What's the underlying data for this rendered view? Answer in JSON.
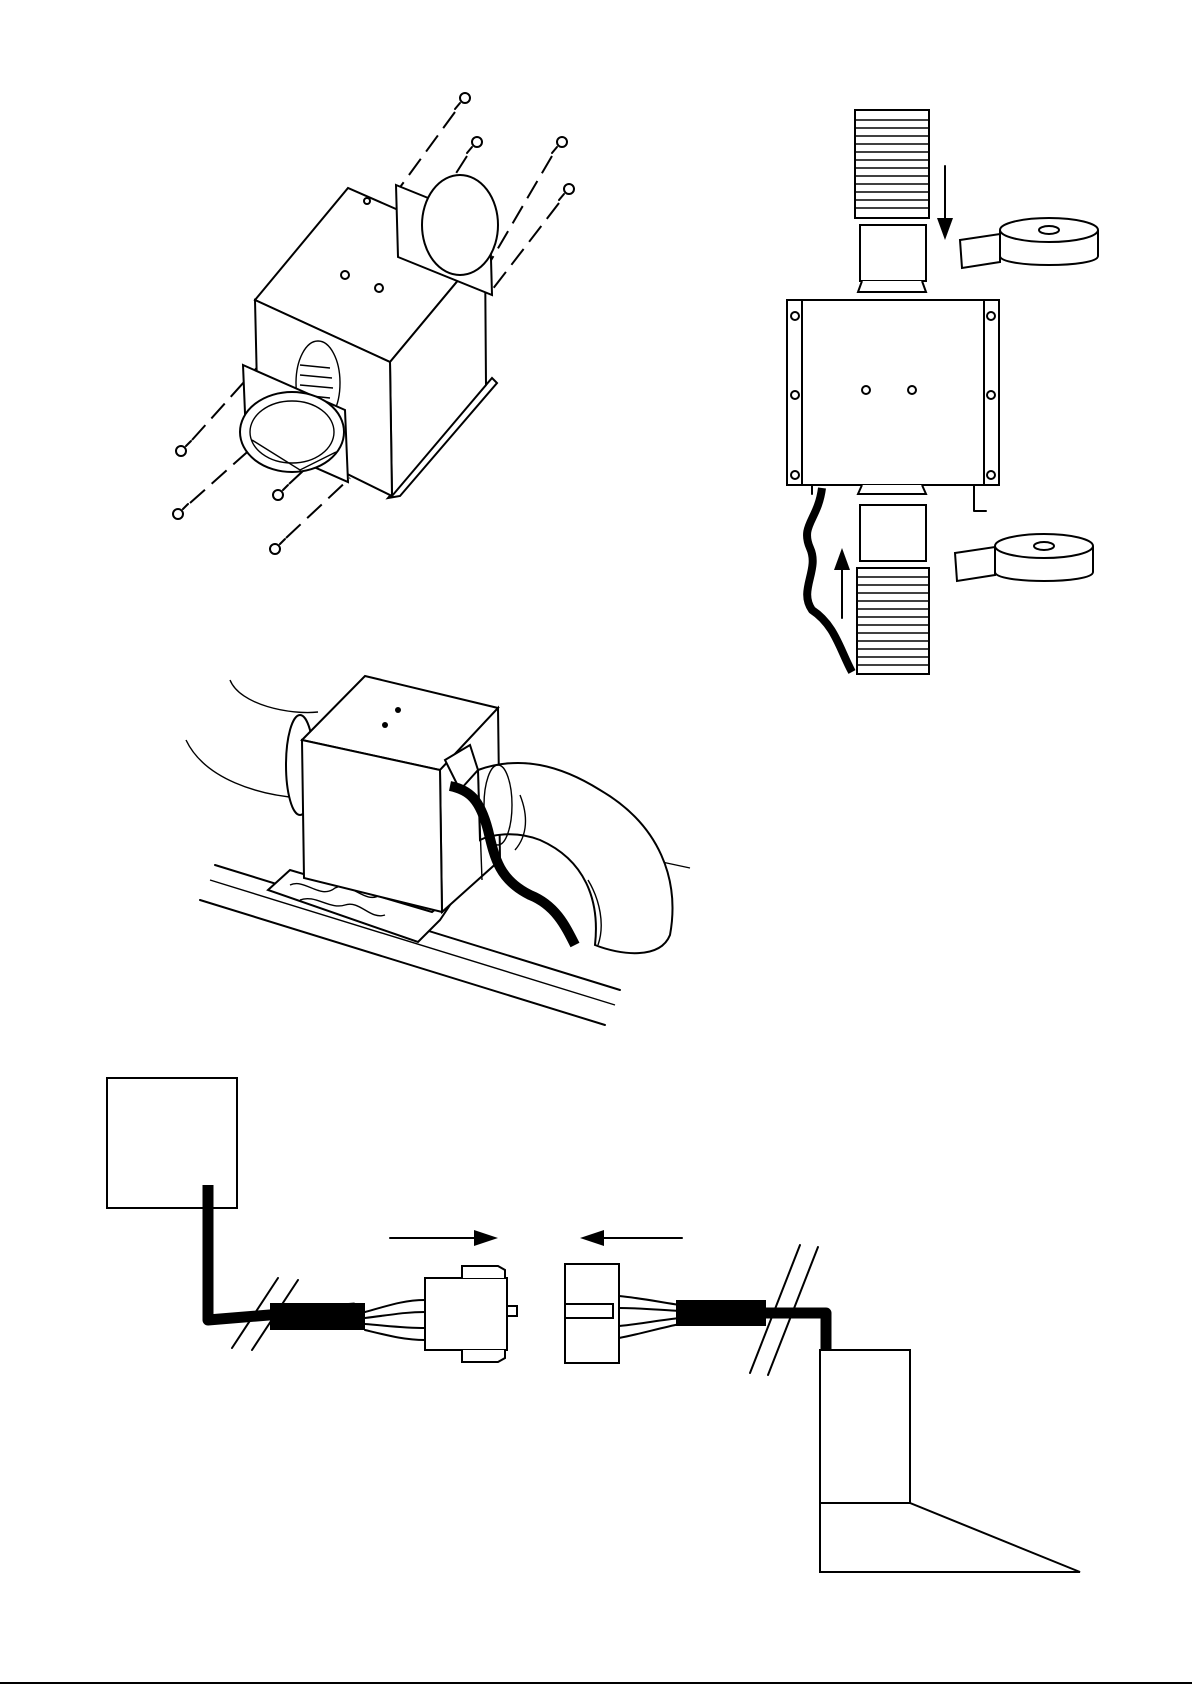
{
  "figures": [
    {
      "id": "fan-exploded",
      "icon": "fan-assembly-exploded-icon"
    },
    {
      "id": "duct-taping",
      "icon": "duct-tape-icon"
    },
    {
      "id": "fan-installed",
      "icon": "fan-on-joist-icon"
    },
    {
      "id": "wiring-connection",
      "icon": "connector-plug-icon"
    }
  ],
  "colors": {
    "ink": "#000000",
    "paper": "#ffffff"
  }
}
